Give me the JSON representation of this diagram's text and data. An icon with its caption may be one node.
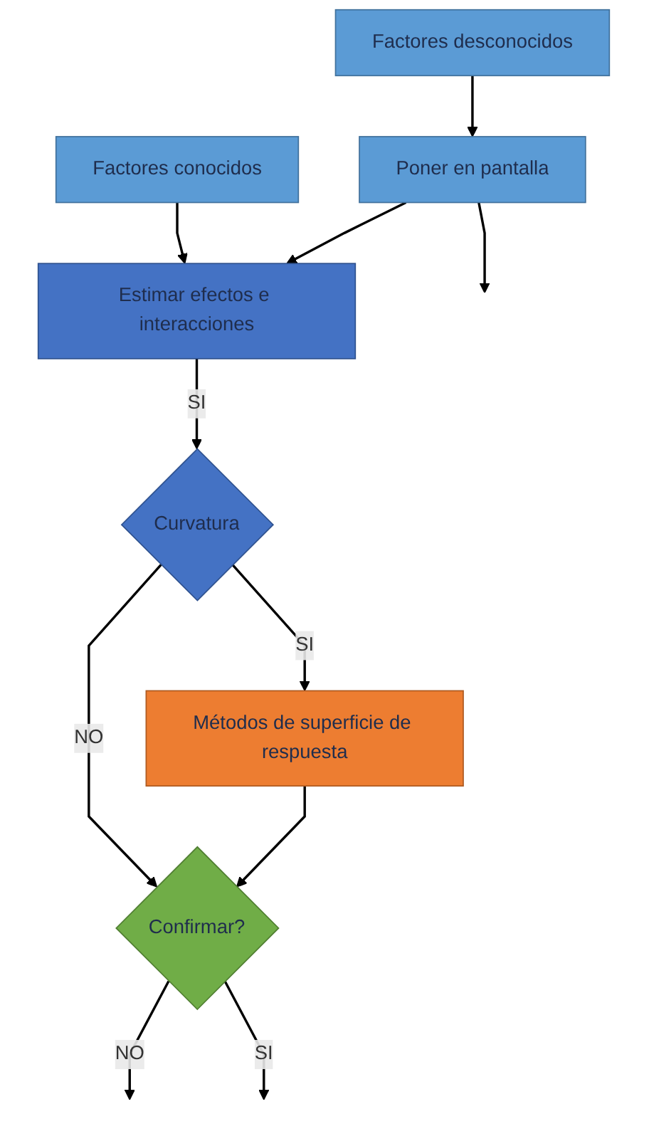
{
  "diagram": {
    "nodes": [
      {
        "text": [
          "Factores conocidos"
        ]
      },
      {
        "text": [
          "Factores desconocidos"
        ]
      },
      {
        "text": [
          "Poner en pantalla"
        ]
      },
      {
        "text": [
          "Estimar efectos e interacciones"
        ]
      },
      {
        "text": [
          "Curvatura"
        ]
      },
      {
        "text": [
          "Métodos de superficie de respuesta"
        ]
      },
      {
        "text": [
          "Confirmar?"
        ]
      }
    ],
    "edges": [
      {
        "from": 1,
        "to": 2,
        "arrow": "to"
      },
      {
        "from": 2,
        "to": null,
        "arrow": "to"
      },
      {
        "from": 0,
        "to": 3,
        "arrow": "to"
      },
      {
        "from": 2,
        "to": 3,
        "arrow": "to"
      },
      {
        "from": 3,
        "to": 4,
        "arrow": "to",
        "label": "SI"
      },
      {
        "from": 4,
        "to": 5,
        "arrow": "to",
        "label": "SI"
      },
      {
        "from": 4,
        "to": 6,
        "arrow": "to",
        "label": "NO"
      },
      {
        "from": 5,
        "to": 6,
        "arrow": "to"
      },
      {
        "from": 6,
        "to": null,
        "arrow": "to",
        "label": "NO"
      },
      {
        "from": 6,
        "to": null,
        "arrow": "to",
        "label": "SI"
      }
    ]
  }
}
